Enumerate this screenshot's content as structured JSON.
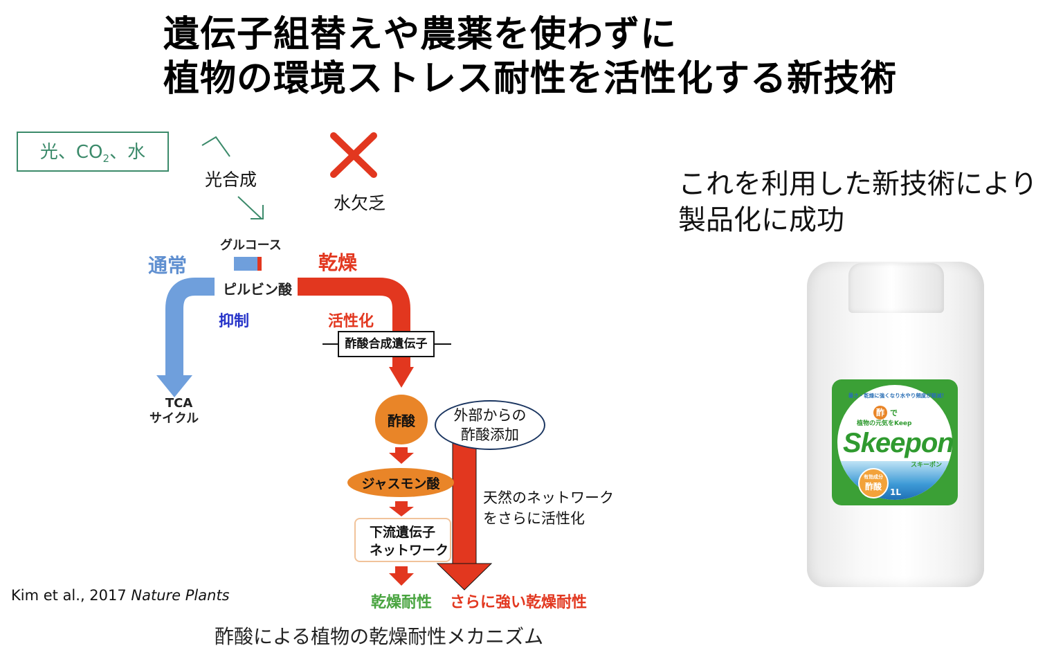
{
  "title": {
    "line1": "遺伝子組替えや農薬を使わずに",
    "line2": "植物の環境ストレス耐性を活性化する新技術"
  },
  "diagram": {
    "inputs_main": "光、CO",
    "inputs_sub": "2",
    "inputs_tail": "、水",
    "photosynthesis": "光合成",
    "drought_cross_label": "水欠乏",
    "glucose": "グルコース",
    "pyruvate": "ピルビン酸",
    "normal": "通常",
    "drought": "乾燥",
    "suppress": "抑制",
    "activate": "活性化",
    "acetate_gene": "酢酸合成遺伝子",
    "tca_line1": "TCA",
    "tca_line2": "サイクル",
    "acetate": "酢酸",
    "external_line1": "外部からの",
    "external_line2": "酢酸添加",
    "jasmonic": "ジャスモン酸",
    "natural_line1": "天然のネットワーク",
    "natural_line2": "をさらに活性化",
    "downstream_line1": "下流遺伝子",
    "downstream_line2": "ネットワーク",
    "drought_tolerance": "乾燥耐性",
    "stronger_tolerance": "さらに強い乾燥耐性",
    "caption": "酢酸による植物の乾燥耐性メカニズム"
  },
  "citation": {
    "authors": "Kim et al., 2017 ",
    "journal": "Nature Plants"
  },
  "right": {
    "line1": "これを利用した新技術により",
    "line2": "製品化に成功"
  },
  "product": {
    "tagline": "暑さ・乾燥に強くなり水やり頻度が軽減!",
    "vinegar_char": "酢",
    "de": "で",
    "sub_tagline": "植物の元気をKeep",
    "brand": "Skeepon",
    "brand_kana": "スキーポン",
    "ingredient_label": "有効成分",
    "ingredient": "酢酸",
    "volume": "1L"
  },
  "colors": {
    "green_box": "#3b8a6a",
    "blue_arrow": "#6f9fdc",
    "red_arrow": "#e2371f",
    "orange": "#e98528",
    "label_green": "#3ba036"
  }
}
